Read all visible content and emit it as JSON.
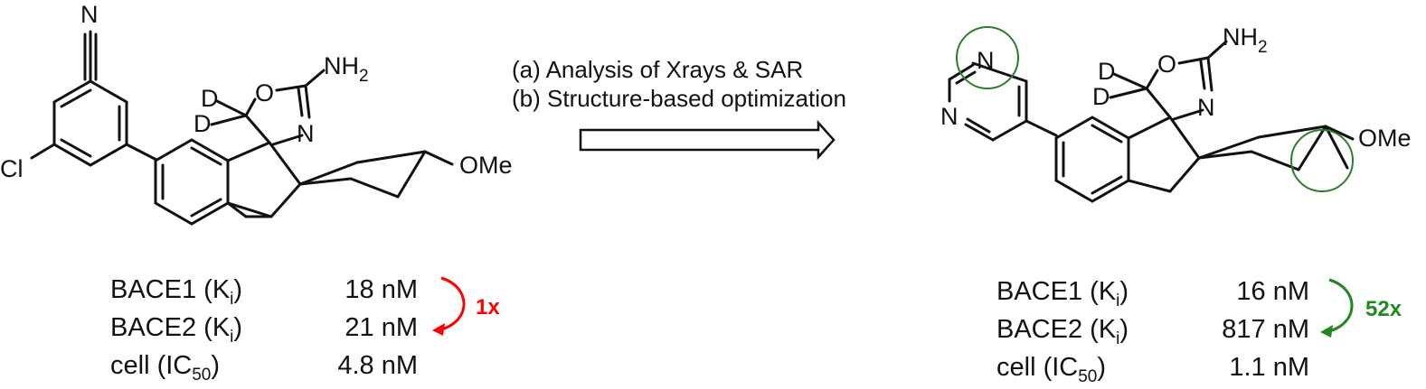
{
  "colors": {
    "text": "#111111",
    "fold_left": "#ff0000",
    "fold_right": "#1f8a1f",
    "highlight_circle": "#2e7d2e"
  },
  "left": {
    "atoms": {
      "n_nitrile": "N",
      "cl": "Cl",
      "o_ring": "O",
      "nh2": "NH",
      "nh2_sub": "2",
      "n_ring": "N",
      "d1": "D",
      "d2": "D",
      "ome": "OMe"
    },
    "table": {
      "rows": [
        {
          "label": "BACE1 (K",
          "sub": "i",
          "close": ")",
          "value": "18 nM"
        },
        {
          "label": "BACE2 (K",
          "sub": "i",
          "close": ")",
          "value": "21 nM"
        },
        {
          "label": "cell (IC",
          "sub": "50",
          "close": ")",
          "value": "4.8 nM"
        }
      ],
      "fold": "1x"
    }
  },
  "steps": [
    "(a) Analysis of Xrays & SAR",
    "(b) Structure-based optimization"
  ],
  "right": {
    "atoms": {
      "n_pyr_top": "N",
      "n_pyr_left": "N",
      "o_ring": "O",
      "nh2": "NH",
      "nh2_sub": "2",
      "n_ring": "N",
      "d1": "D",
      "d2": "D",
      "ome": "OMe"
    },
    "table": {
      "rows": [
        {
          "label": "BACE1 (K",
          "sub": "i",
          "close": ")",
          "value": "16  nM"
        },
        {
          "label": "BACE2 (K",
          "sub": "i",
          "close": ")",
          "value": "817 nM"
        },
        {
          "label": "cell (IC",
          "sub": "50",
          "close": ")",
          "value": "1.1 nM"
        }
      ],
      "fold": "52x"
    }
  }
}
